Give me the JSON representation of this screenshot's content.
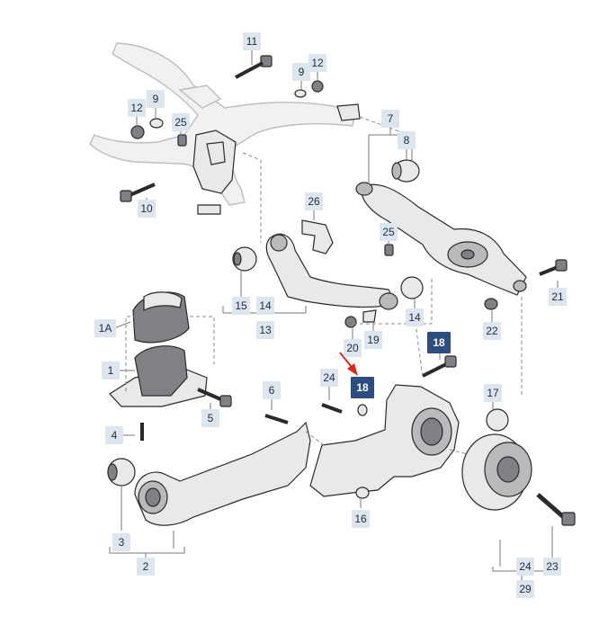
{
  "labels": {
    "l11": "11",
    "l9a": "9",
    "l12a": "12",
    "l12b": "12",
    "l9b": "9",
    "l25a": "25",
    "l7": "7",
    "l8": "8",
    "l10": "10",
    "l26": "26",
    "l25b": "25",
    "l21": "21",
    "l15": "15",
    "l14a": "14",
    "l13": "13",
    "l14b": "14",
    "l22": "22",
    "l1A": "1A",
    "l20": "20",
    "l19": "19",
    "l18a": "18",
    "l1": "1",
    "l18b": "18",
    "l24a": "24",
    "l17": "17",
    "l6": "6",
    "l5": "5",
    "l4": "4",
    "l16": "16",
    "l3": "3",
    "l2": "2",
    "l23": "23",
    "l24b": "24",
    "l29": "29"
  },
  "colors": {
    "label_bg": "#dde6ef",
    "label_text": "#1c2a44",
    "highlight_bg": "#2c4d80",
    "arrow": "#e0261d"
  }
}
